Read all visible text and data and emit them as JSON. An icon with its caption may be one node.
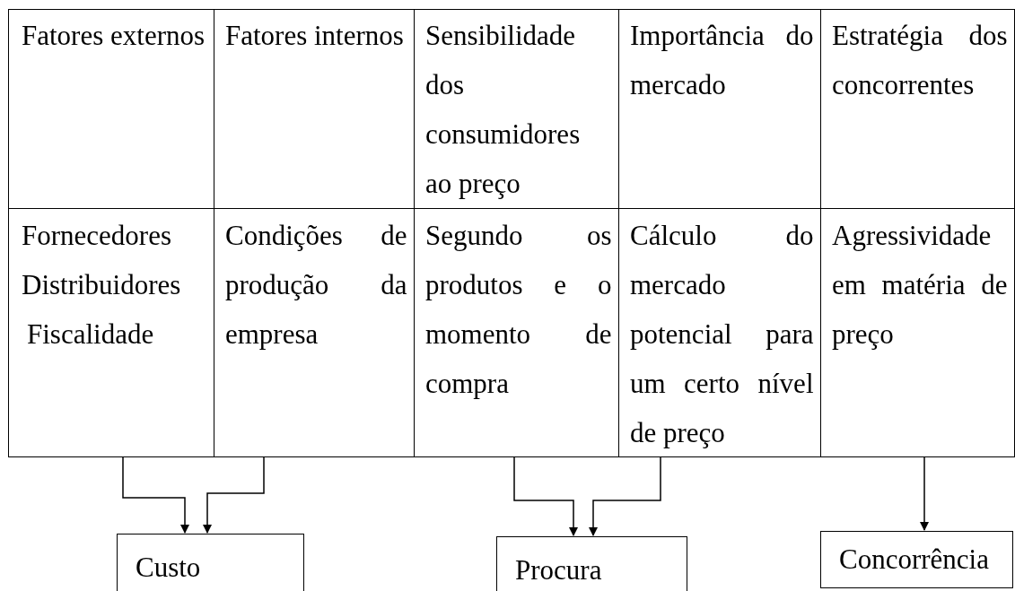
{
  "diagram": {
    "nodes": [
      {
        "text": [
          "Fatores externos",
          "Fornecedores",
          "Distribuidores",
          "Fiscalidade"
        ]
      },
      {
        "text": [
          "Fatores internos",
          "Condições de produção da empresa"
        ]
      },
      {
        "text": [
          "Sensibilidade dos consumidores ao preço",
          "Segundo os produtos e o momento de compra"
        ]
      },
      {
        "text": [
          "Importância do mercado",
          "Cálculo do mercado potencial para um certo nível de preço"
        ]
      },
      {
        "text": [
          "Estratégia dos concorrentes",
          "Agressividade em matéria de preço"
        ]
      },
      {
        "text": [
          "Custo"
        ]
      },
      {
        "text": [
          "Procura"
        ]
      },
      {
        "text": [
          "Concorrência"
        ]
      }
    ],
    "edges": [
      {
        "from": 0,
        "to": 5,
        "arrow": "to"
      },
      {
        "from": 1,
        "to": 5,
        "arrow": "to"
      },
      {
        "from": 2,
        "to": 6,
        "arrow": "to"
      },
      {
        "from": 3,
        "to": 6,
        "arrow": "to"
      },
      {
        "from": 4,
        "to": 7,
        "arrow": "to"
      }
    ]
  }
}
